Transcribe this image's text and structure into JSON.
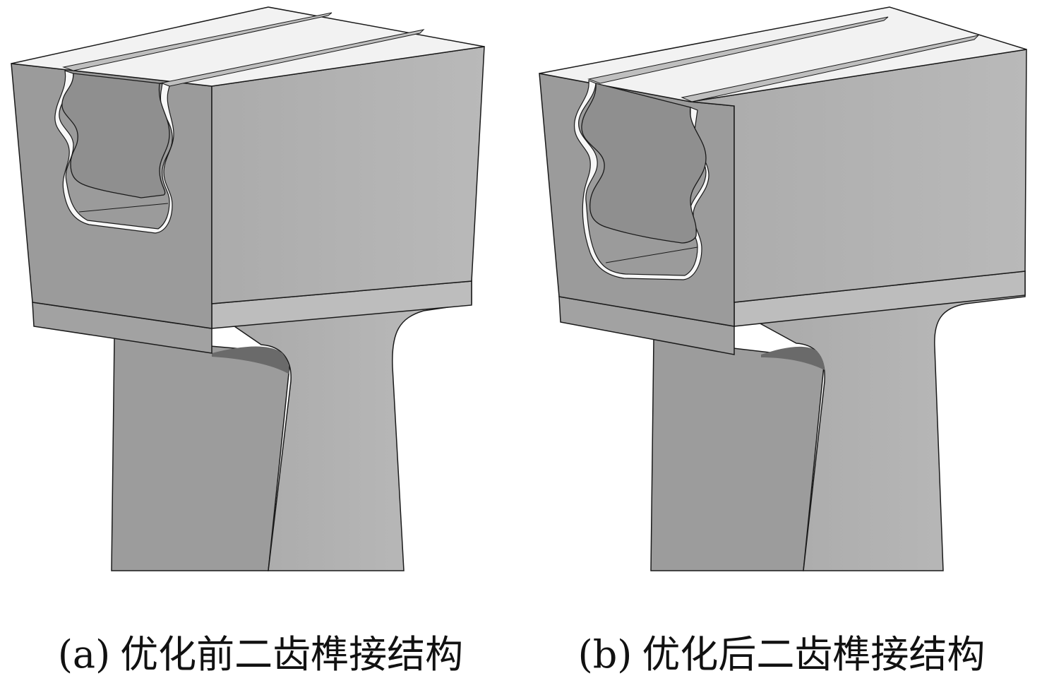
{
  "panels": [
    {
      "id": "a",
      "tag": "(a)",
      "caption": "优化前二齿榫接结构"
    },
    {
      "id": "b",
      "tag": "(b)",
      "caption": "优化后二齿榫接结构"
    }
  ],
  "colors": {
    "background": "#ffffff",
    "top_face": "#f2f2f2",
    "front_face": "#9b9b9b",
    "side_face": "#b2b2b2",
    "shank_light": "#b5b5b5",
    "shank_dark": "#9c9c9c",
    "slot_cavity": "#f7f7f7",
    "edge": "#1a1a1a"
  }
}
